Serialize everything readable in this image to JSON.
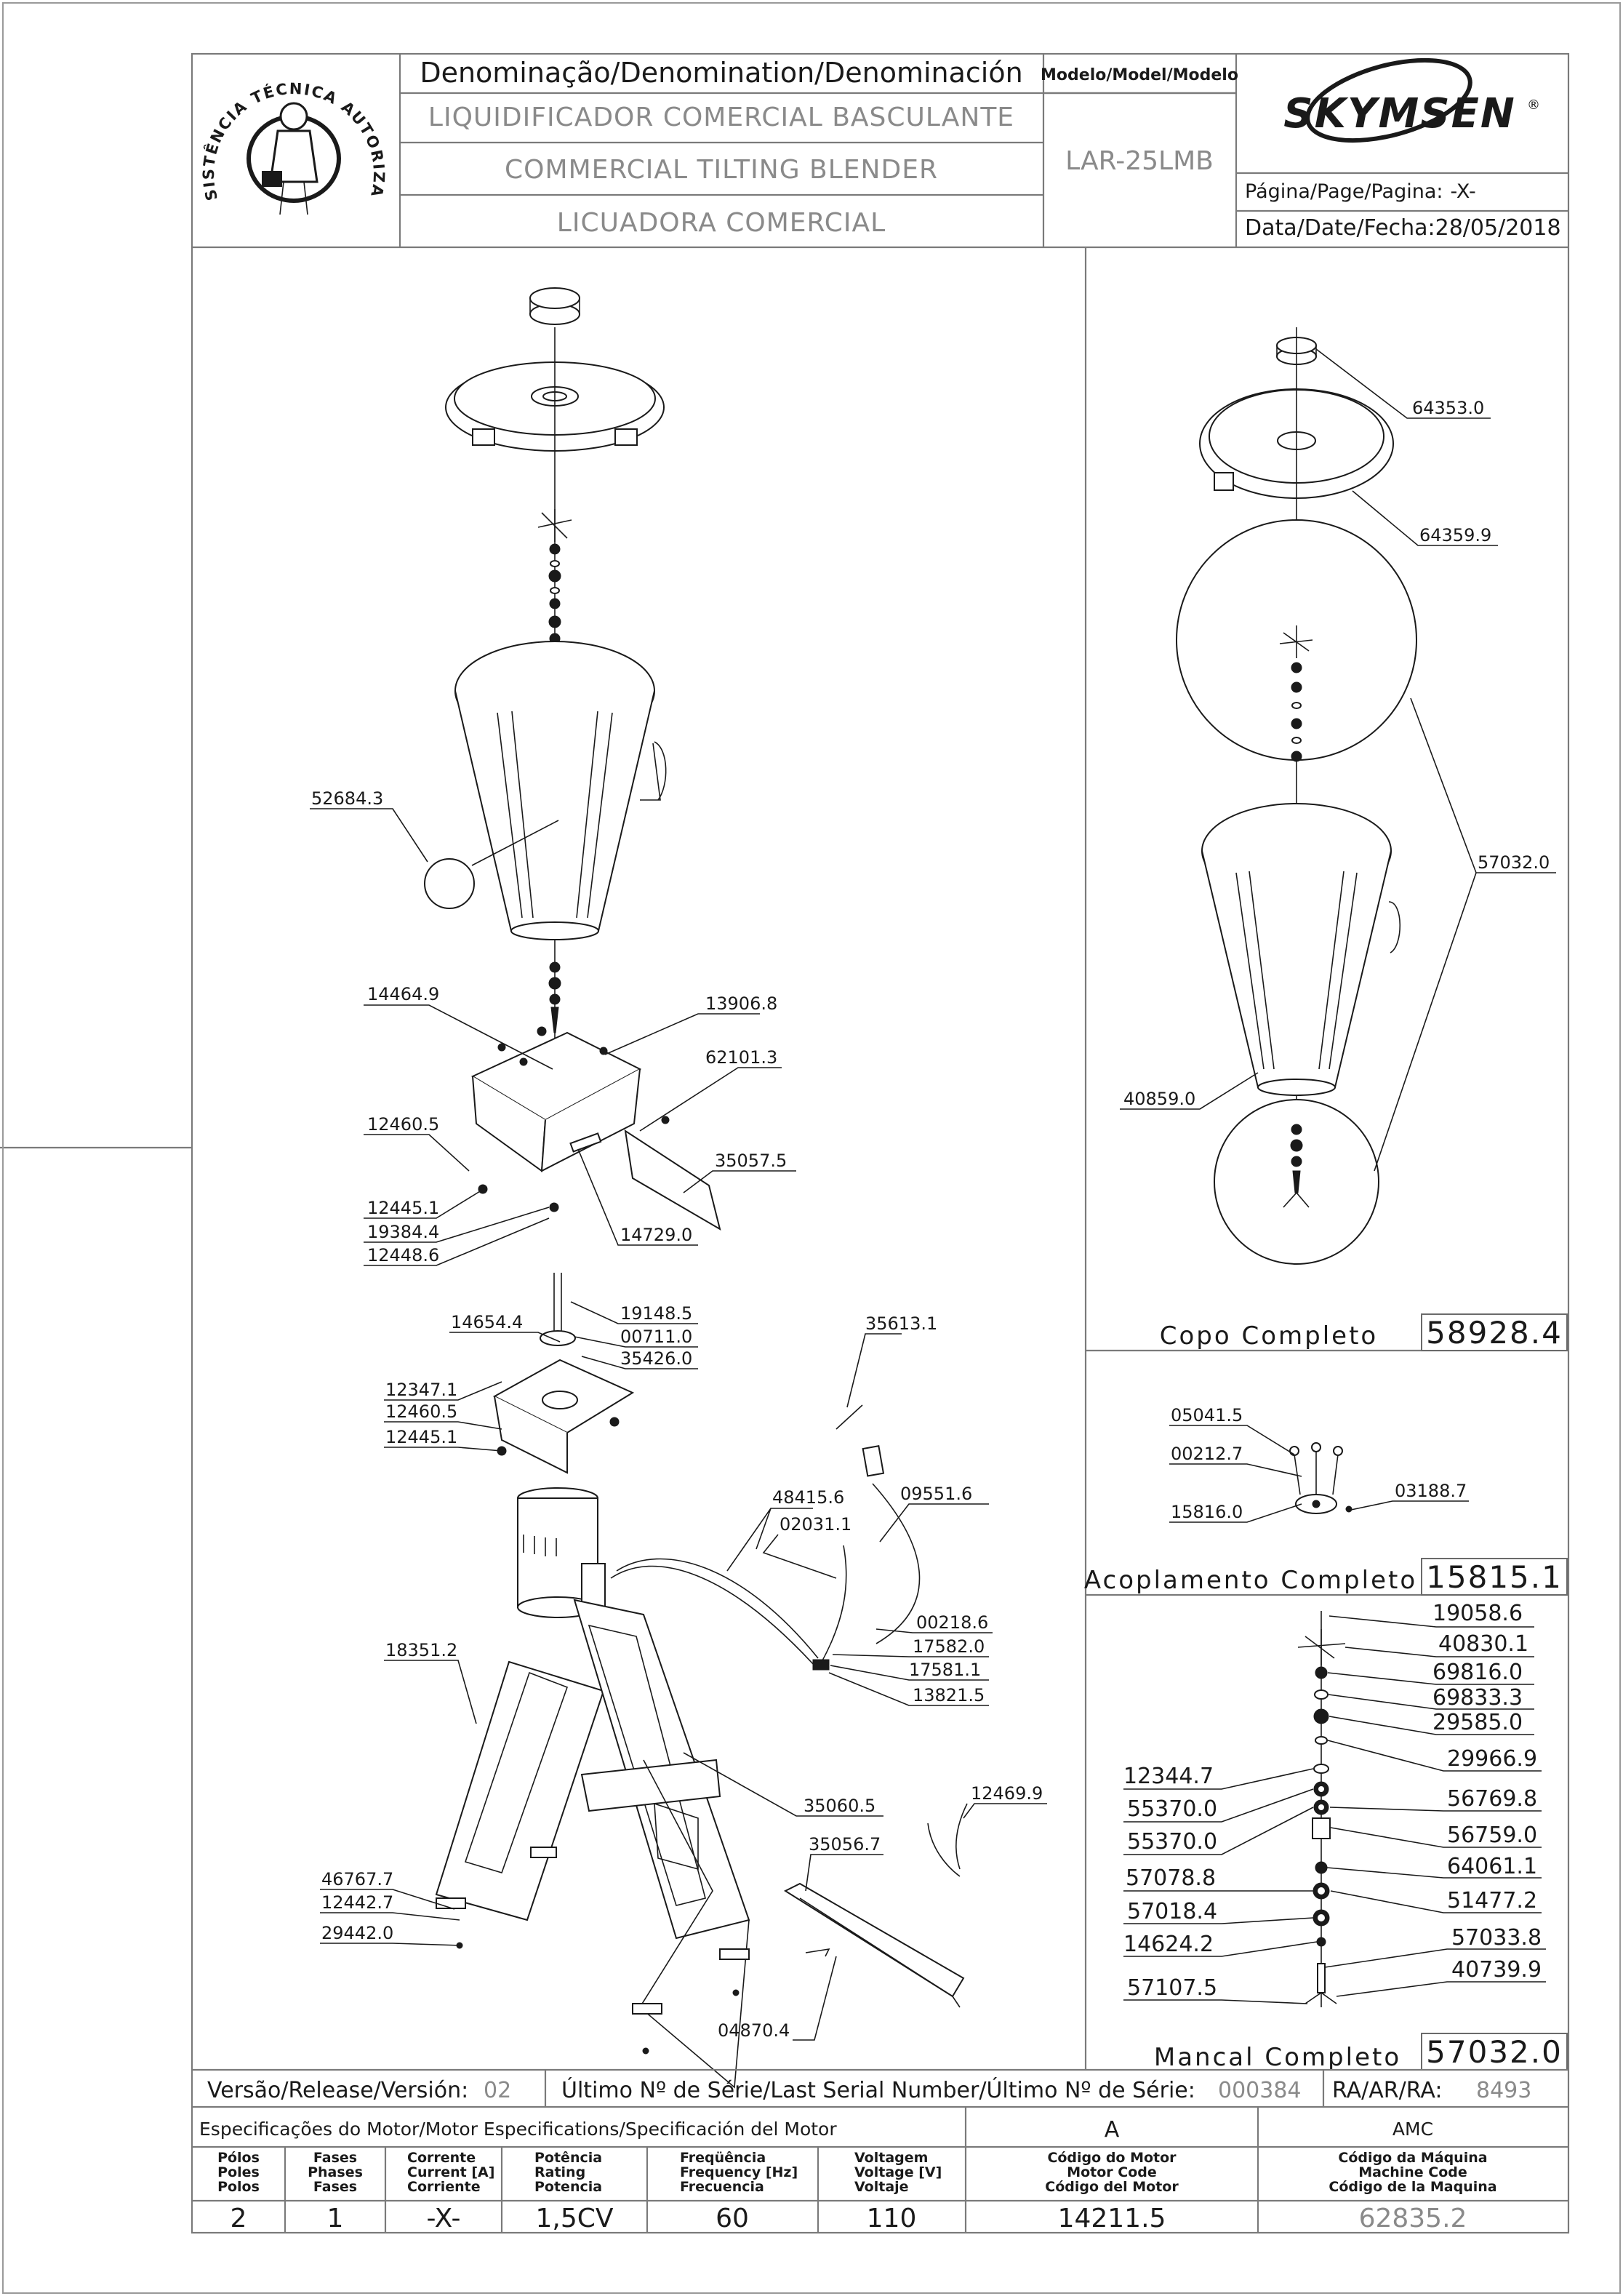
{
  "header": {
    "denomination_label": "Denominação/Denomination/Denominación",
    "model_label": "Modelo/Model/Modelo",
    "title_pt": "LIQUIDIFICADOR COMERCIAL BASCULANTE",
    "title_en": "COMMERCIAL TILTING BLENDER",
    "title_es": "LICUADORA COMERCIAL",
    "model_value": "LAR-25LMB",
    "brand": "SKYMSEN",
    "brand_mark": "®",
    "page_label": "Página/Page/Pagina:",
    "page_value": "-X-",
    "date_label": "Data/Date/Fecha:",
    "date_value": "28/05/2018",
    "seal_text": "ASSISTÊNCIA TÉCNICA AUTORIZADA"
  },
  "main_parts": [
    {
      "code": "52684.3"
    },
    {
      "code": "14464.9"
    },
    {
      "code": "13906.8"
    },
    {
      "code": "62101.3"
    },
    {
      "code": "12460.5"
    },
    {
      "code": "35057.5"
    },
    {
      "code": "12445.1"
    },
    {
      "code": "19384.4"
    },
    {
      "code": "12448.6"
    },
    {
      "code": "14729.0"
    },
    {
      "code": "19148.5"
    },
    {
      "code": "14654.4"
    },
    {
      "code": "00711.0"
    },
    {
      "code": "35426.0"
    },
    {
      "code": "12347.1"
    },
    {
      "code": "12460.5"
    },
    {
      "code": "12445.1"
    },
    {
      "code": "35613.1"
    },
    {
      "code": "48415.6"
    },
    {
      "code": "02031.1"
    },
    {
      "code": "09551.6"
    },
    {
      "code": "00218.6"
    },
    {
      "code": "17582.0"
    },
    {
      "code": "17581.1"
    },
    {
      "code": "13821.5"
    },
    {
      "code": "18351.2"
    },
    {
      "code": "35060.5"
    },
    {
      "code": "12469.9"
    },
    {
      "code": "35056.7"
    },
    {
      "code": "46767.7"
    },
    {
      "code": "12442.7"
    },
    {
      "code": "29442.0"
    },
    {
      "code": "04870.4"
    }
  ],
  "copo": {
    "title": "Copo Completo",
    "code": "58928.4",
    "parts": [
      {
        "code": "64353.0"
      },
      {
        "code": "64359.9"
      },
      {
        "code": "57032.0"
      },
      {
        "code": "40859.0"
      }
    ]
  },
  "acoplamento": {
    "title": "Acoplamento Completo",
    "code": "15815.1",
    "parts": [
      {
        "code": "05041.5"
      },
      {
        "code": "00212.7"
      },
      {
        "code": "03188.7"
      },
      {
        "code": "15816.0"
      }
    ]
  },
  "mancal": {
    "title": "Mancal Completo",
    "code": "57032.0",
    "right_parts": [
      {
        "code": "19058.6"
      },
      {
        "code": "40830.1"
      },
      {
        "code": "69816.0"
      },
      {
        "code": "69833.3"
      },
      {
        "code": "29585.0"
      },
      {
        "code": "29966.9"
      },
      {
        "code": "56769.8"
      },
      {
        "code": "56759.0"
      },
      {
        "code": "64061.1"
      },
      {
        "code": "51477.2"
      },
      {
        "code": "57033.8"
      },
      {
        "code": "40739.9"
      }
    ],
    "left_parts": [
      {
        "code": "12344.7"
      },
      {
        "code": "55370.0"
      },
      {
        "code": "55370.0"
      },
      {
        "code": "57078.8"
      },
      {
        "code": "57018.4"
      },
      {
        "code": "14624.2"
      },
      {
        "code": "57107.5"
      }
    ]
  },
  "footer": {
    "release_label": "Versão/Release/Versión:",
    "release_value": "02",
    "serial_label": "Último Nº de Série/Last Serial Number/Último Nº de Série:",
    "serial_value": "000384",
    "ra_label": "RA/AR/RA:",
    "ra_value": "8493",
    "motor_spec_label": "Especificações do Motor/Motor Especifications/Specificación del Motor",
    "col_a": "A",
    "col_amc": "AMC",
    "columns": [
      {
        "h1": "Pólos",
        "h2": "Poles",
        "h3": "Polos",
        "value": "2"
      },
      {
        "h1": "Fases",
        "h2": "Phases",
        "h3": "Fases",
        "value": "1"
      },
      {
        "h1": "Corrente",
        "h2": "Current [A]",
        "h3": "Corriente",
        "value": "-X-"
      },
      {
        "h1": "Potência",
        "h2": "Rating",
        "h3": "Potencia",
        "value": "1,5CV"
      },
      {
        "h1": "Freqüência",
        "h2": "Frequency [Hz]",
        "h3": "Frecuencia",
        "value": "60"
      },
      {
        "h1": "Voltagem",
        "h2": "Voltage [V]",
        "h3": "Voltaje",
        "value": "110"
      },
      {
        "h1": "Código do Motor",
        "h2": "Motor Code",
        "h3": "Código del Motor",
        "value": "14211.5"
      },
      {
        "h1": "Código da Máquina",
        "h2": "Machine Code",
        "h3": "Código de la Maquina",
        "value": "62835.2"
      }
    ]
  }
}
